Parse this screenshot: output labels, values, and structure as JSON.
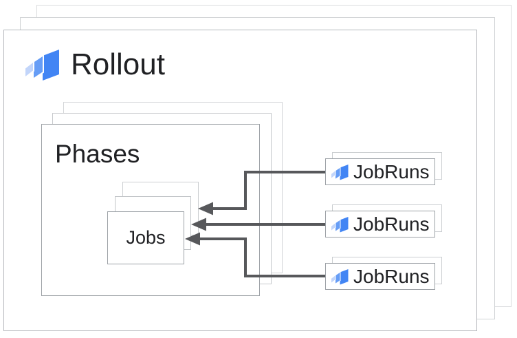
{
  "rollout": {
    "label": "Rollout"
  },
  "phases": {
    "label": "Phases"
  },
  "jobs": {
    "label": "Jobs"
  },
  "jobruns": [
    {
      "label": "JobRuns"
    },
    {
      "label": "JobRuns"
    },
    {
      "label": "JobRuns"
    }
  ],
  "icon": {
    "name": "cloud-deploy-icon",
    "colors": {
      "dark": "#4285F4",
      "medium": "#669DF6",
      "light": "#C2D5FA"
    }
  },
  "arrow": {
    "color": "#57585B"
  },
  "text_color": "#202124"
}
